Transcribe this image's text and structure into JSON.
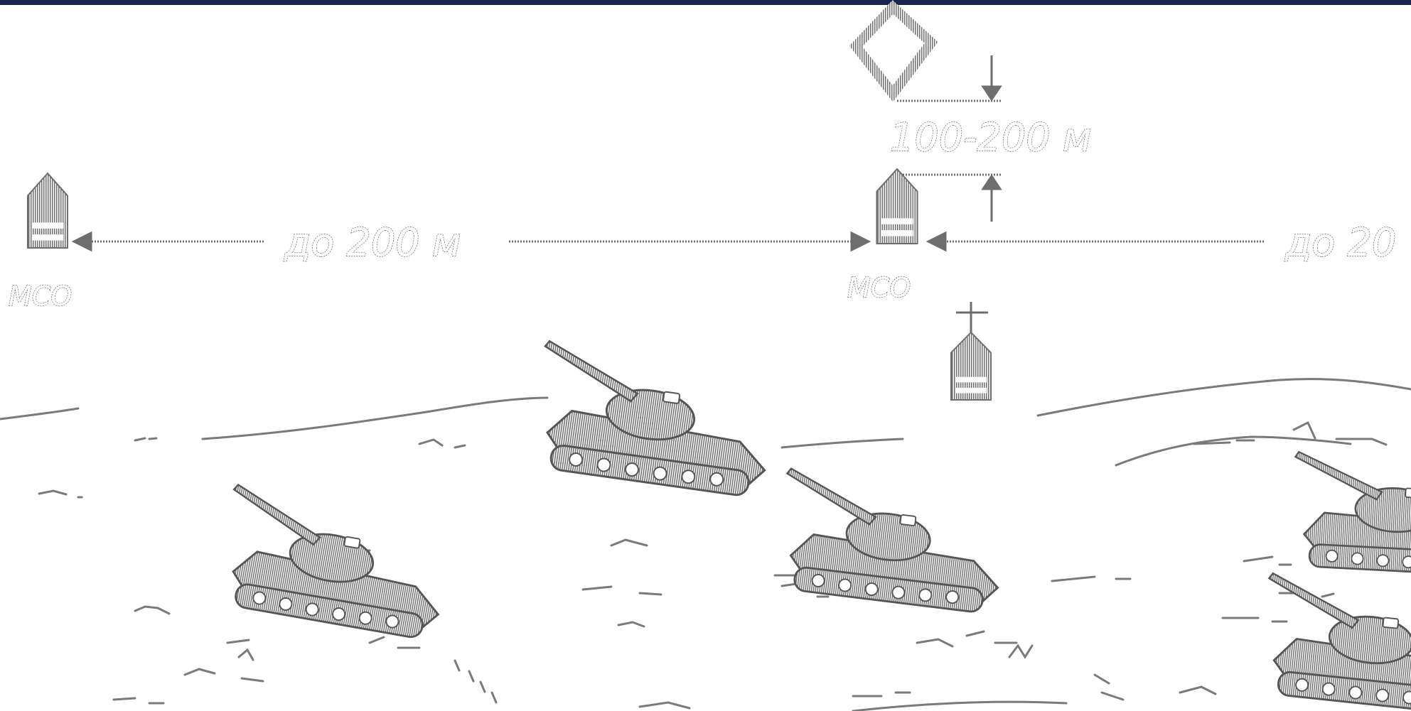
{
  "labels": {
    "distance_left": "до 200 м",
    "distance_right": "до 20",
    "depth": "100-200 м",
    "unit_left": "МСО",
    "unit_center": "МСО"
  },
  "colors": {
    "frame_bar": "#17244f",
    "ink": "#6b6b6b",
    "background": "#ffffff"
  },
  "icons": {
    "observation_post": "diamond-icon",
    "unit_post": "shield-post-icon",
    "command_post": "flag-post-icon",
    "vehicle": "tank-icon"
  }
}
